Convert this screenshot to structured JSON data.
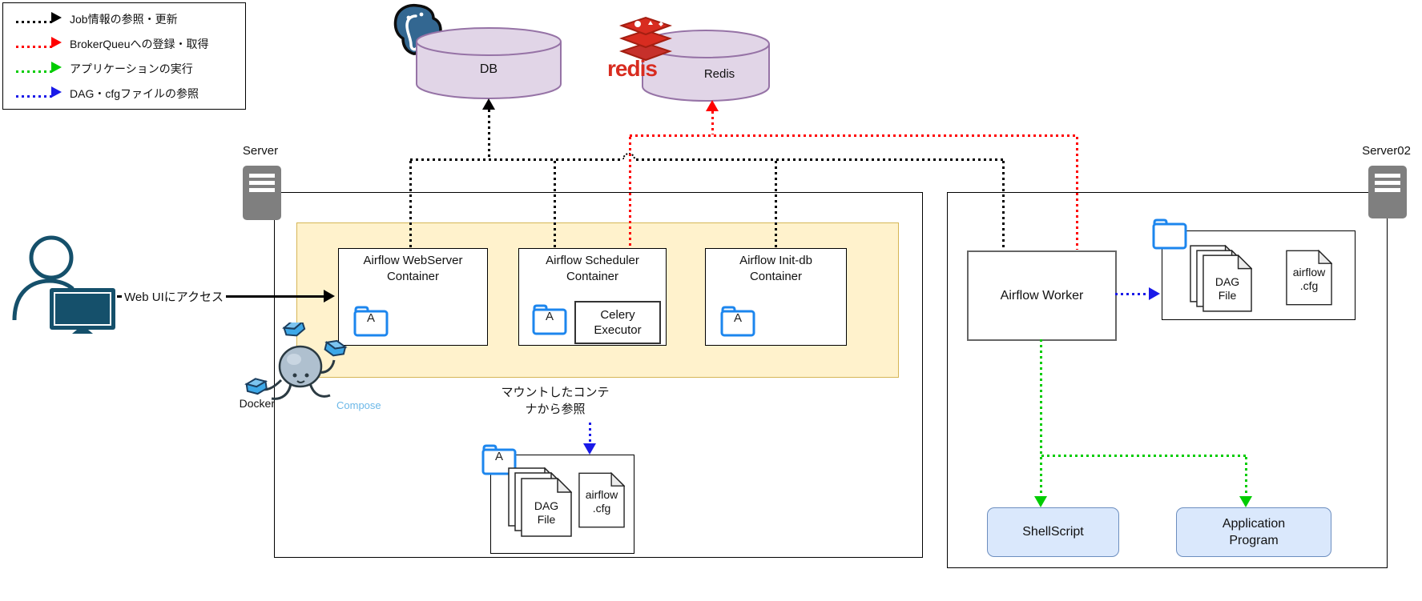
{
  "legend": {
    "items": [
      {
        "label": "Job情報の参照・更新",
        "color_key": "job"
      },
      {
        "label": "BrokerQueuへの登録・取得",
        "color_key": "broker"
      },
      {
        "label": "アプリケーションの実行",
        "color_key": "app"
      },
      {
        "label": "DAG・cfgファイルの参照",
        "color_key": "dag"
      }
    ]
  },
  "datastores": {
    "db": {
      "label": "DB"
    },
    "redis": {
      "label": "Redis",
      "wordmark": "redis"
    }
  },
  "servers": {
    "left": {
      "label": "Server"
    },
    "right": {
      "label": "Server02"
    }
  },
  "containers": {
    "webserver": {
      "title": "Airflow WebServer\nContainer"
    },
    "scheduler": {
      "title": "Airflow Scheduler\nContainer",
      "executor": "Celery\nExecutor"
    },
    "initdb": {
      "title": "Airflow Init-db\nContainer"
    }
  },
  "worker": {
    "label": "Airflow Worker"
  },
  "docker": {
    "docker_label": "Docker",
    "compose_label": "Compose"
  },
  "notes": {
    "web_ui": "Web UIにアクセス",
    "mounted": "マウントしたコンテ\nナから参照"
  },
  "files": {
    "dag": "DAG\nFile",
    "cfg": "airflow\n.cfg"
  },
  "folder": {
    "letter": "A"
  },
  "tasks": {
    "shell": "ShellScript",
    "app": "Application\nProgram"
  },
  "colors": {
    "job": "#000000",
    "broker": "#FF0000",
    "app": "#00CC00",
    "dag": "#1A1AE8",
    "folder_blue": "#1C86EE",
    "db_fill": "#E1D5E7",
    "db_stroke": "#9673A6",
    "yellow_fill": "#FFF2CC",
    "yellow_stroke": "#D6B656",
    "task_fill": "#DAE8FC",
    "task_stroke": "#6C8EBF",
    "server_gray": "#7F7F7F",
    "person": "#15506B",
    "redis_red": "#D82C20",
    "postgres_blue": "#336791",
    "compose_blue": "#6CB8E8"
  }
}
